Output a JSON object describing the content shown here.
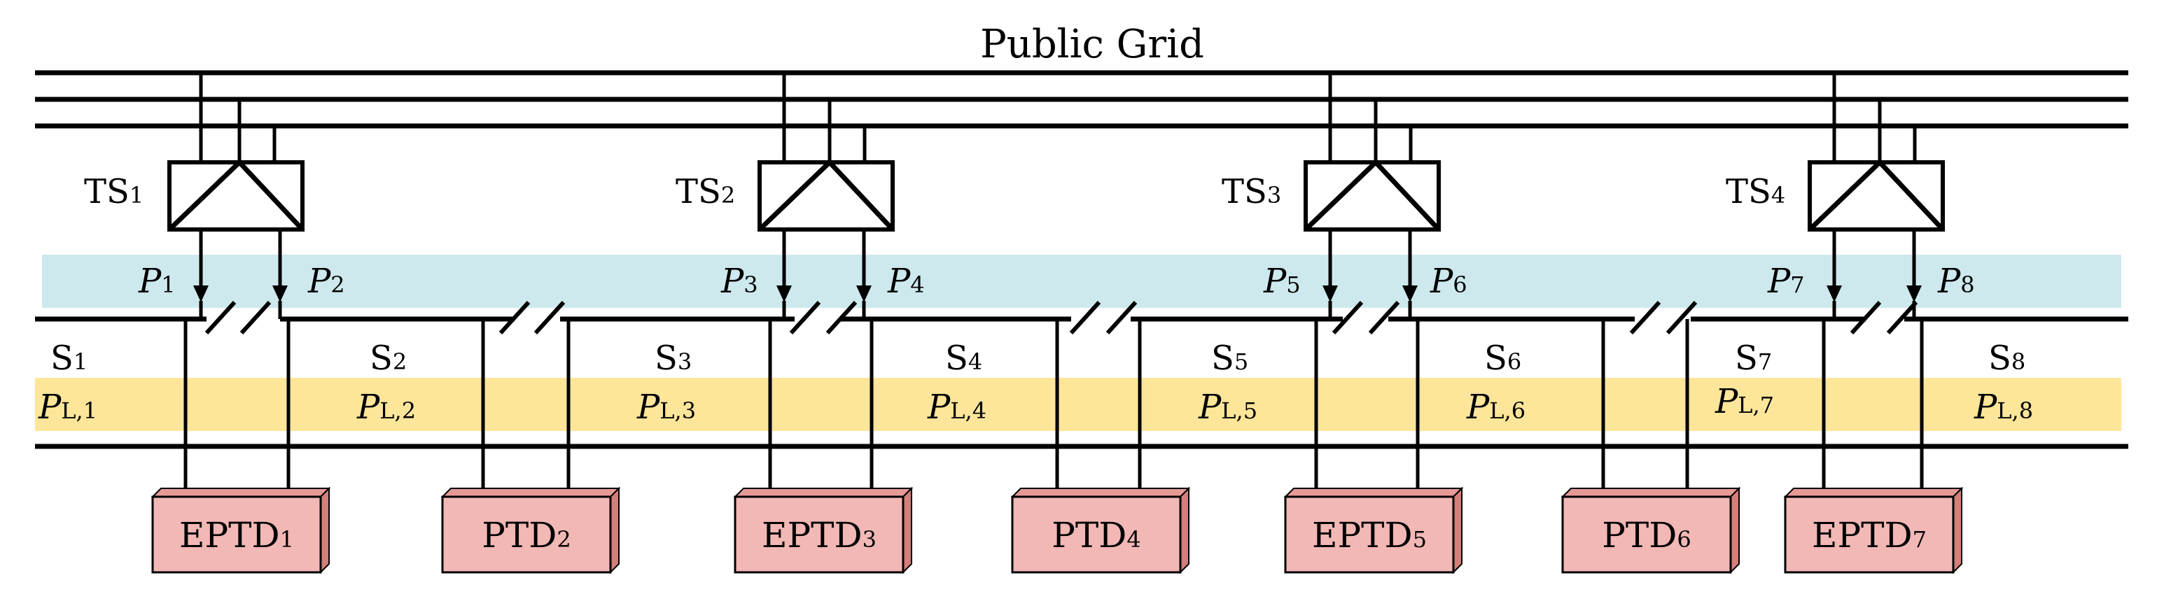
{
  "title": "Public Grid",
  "colors": {
    "power_band": "#cde9ee",
    "load_band": "#fde59a",
    "device_fill": "#f2b8b5",
    "device_shadow_top": "#e69a96",
    "device_shadow_side": "#d37f7a",
    "line": "#000000"
  },
  "transformers": [
    {
      "base": "TS",
      "sub": "1"
    },
    {
      "base": "TS",
      "sub": "2"
    },
    {
      "base": "TS",
      "sub": "3"
    },
    {
      "base": "TS",
      "sub": "4"
    }
  ],
  "power_flows": [
    {
      "base": "P",
      "sub": "1"
    },
    {
      "base": "P",
      "sub": "2"
    },
    {
      "base": "P",
      "sub": "3"
    },
    {
      "base": "P",
      "sub": "4"
    },
    {
      "base": "P",
      "sub": "5"
    },
    {
      "base": "P",
      "sub": "6"
    },
    {
      "base": "P",
      "sub": "7"
    },
    {
      "base": "P",
      "sub": "8"
    }
  ],
  "sections": [
    {
      "base": "S",
      "sub": "1",
      "load_base": "P",
      "load_sub": "L,1"
    },
    {
      "base": "S",
      "sub": "2",
      "load_base": "P",
      "load_sub": "L,2"
    },
    {
      "base": "S",
      "sub": "3",
      "load_base": "P",
      "load_sub": "L,3"
    },
    {
      "base": "S",
      "sub": "4",
      "load_base": "P",
      "load_sub": "L,4"
    },
    {
      "base": "S",
      "sub": "5",
      "load_base": "P",
      "load_sub": "L,5"
    },
    {
      "base": "S",
      "sub": "6",
      "load_base": "P",
      "load_sub": "L,6"
    },
    {
      "base": "S",
      "sub": "7",
      "load_base": "P",
      "load_sub": "L,7"
    },
    {
      "base": "S",
      "sub": "8",
      "load_base": "P",
      "load_sub": "L,8"
    }
  ],
  "devices": [
    {
      "base": "EPTD",
      "sub": "1"
    },
    {
      "base": "PTD",
      "sub": "2"
    },
    {
      "base": "EPTD",
      "sub": "3"
    },
    {
      "base": "PTD",
      "sub": "4"
    },
    {
      "base": "EPTD",
      "sub": "5"
    },
    {
      "base": "PTD",
      "sub": "6"
    },
    {
      "base": "EPTD",
      "sub": "7"
    }
  ]
}
